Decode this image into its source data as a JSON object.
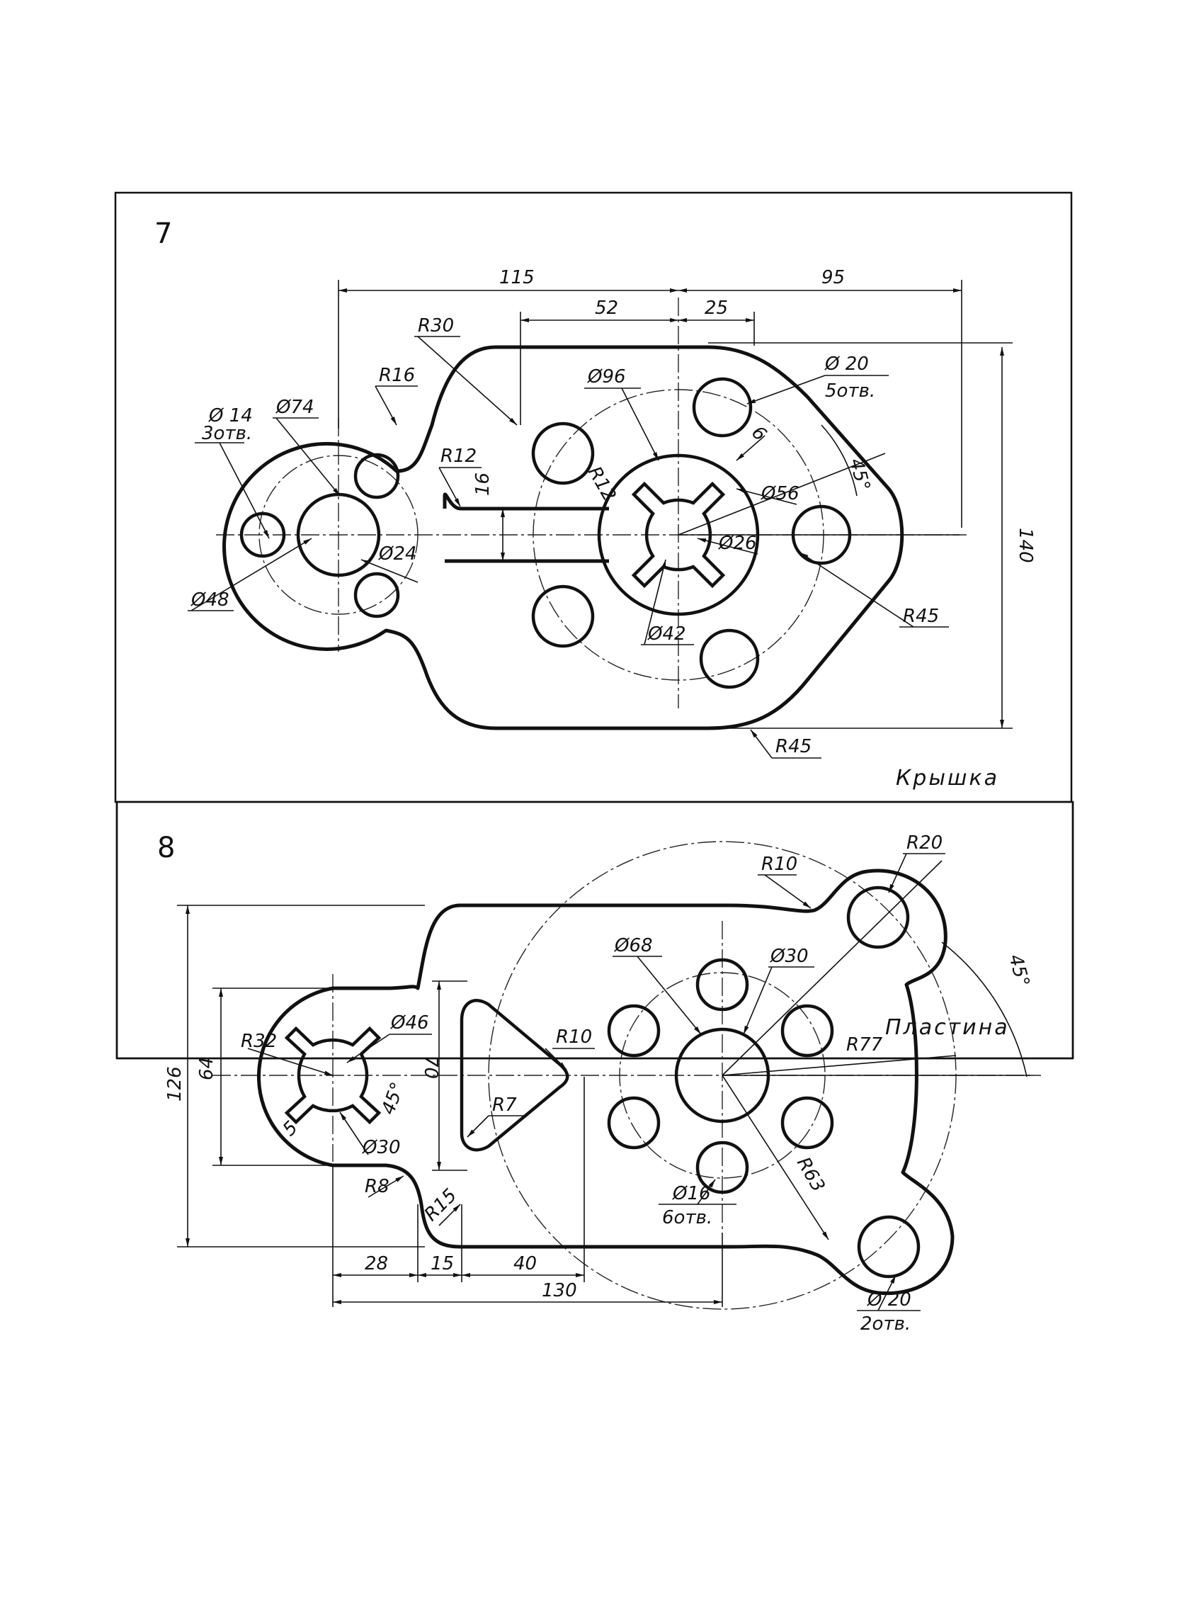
{
  "drawings": [
    {
      "number": "7",
      "title": "Крышка",
      "dims": {
        "d115": "115",
        "d95": "95",
        "d52": "52",
        "d25": "25",
        "r30": "R30",
        "r16": "R16",
        "r12": "R12",
        "r12b": "R12",
        "d16": "16",
        "d140": "140",
        "phi14": "Ø 14",
        "holes3": "3отв.",
        "phi74": "Ø74",
        "phi24": "Ø24",
        "phi48": "Ø48",
        "phi96": "Ø96",
        "phi20": "Ø 20",
        "holes5": "5отв.",
        "d6": "6",
        "angle45": "45°",
        "phi56": "Ø56",
        "phi26": "Ø26",
        "phi42": "Ø42",
        "r45a": "R45",
        "r45b": "R45"
      }
    },
    {
      "number": "8",
      "title": "Пластина",
      "dims": {
        "r20": "R20",
        "r10a": "R10",
        "angle45": "45°",
        "phi68": "Ø68",
        "phi30a": "Ø30",
        "r77": "R77",
        "phi46": "Ø46",
        "d70": "70",
        "r10b": "R10",
        "r32": "R32",
        "d64": "64",
        "d126": "126",
        "angle45b": "45°",
        "d5": "5",
        "phi30b": "Ø30",
        "r7": "R7",
        "r63": "R63",
        "r8": "R8",
        "r15": "R15",
        "phi16": "Ø16",
        "holes6": "6отв.",
        "phi20": "Ø 20",
        "holes2": "2отв.",
        "d28": "28",
        "d15": "15",
        "d40": "40",
        "d130": "130"
      }
    }
  ]
}
